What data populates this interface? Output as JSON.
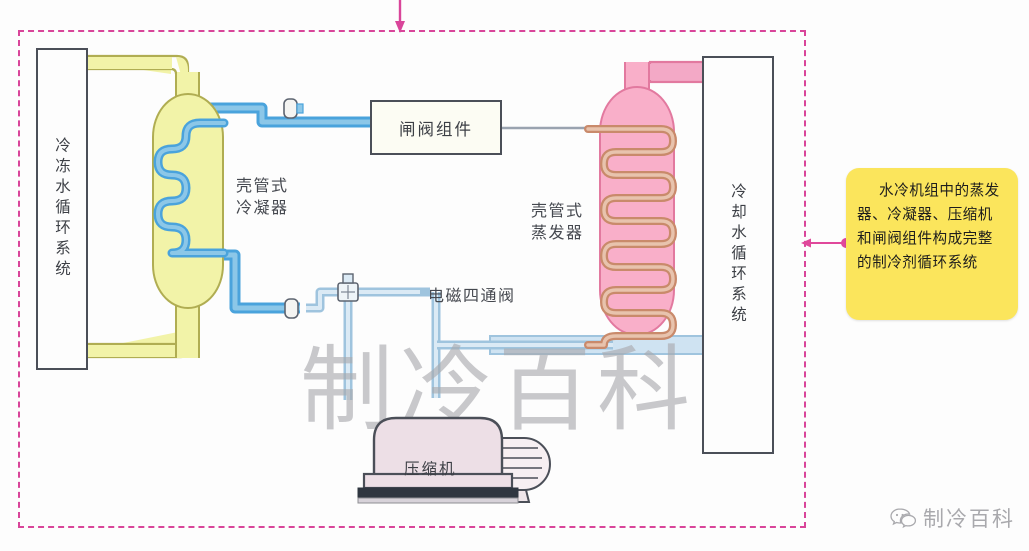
{
  "figure": {
    "title_watermark": "制冷百科",
    "brand_watermark": "制冷百科",
    "brand_icon": "wechat-icon",
    "enclosure_color": "#d9459a",
    "pointer_icon": "arrow-down-icon"
  },
  "boxes": {
    "chilled_water": "冷冻水循环系统",
    "cooling_water": "冷却水循环系统",
    "gate_valve_assembly": "闸阀组件"
  },
  "components": {
    "condenser": "壳管式\n冷凝器",
    "evaporator": "壳管式\n蒸发器",
    "four_way_valve": "电磁四通阀",
    "compressor": "压缩机"
  },
  "callout": {
    "text": "水冷机组中的蒸发器、冷凝器、压缩机和闸阀组件构成完整的制冷剂循环系统",
    "background": "#fbe55c",
    "leader_color": "#e0489b",
    "leader_icon": "arrow-left-icon"
  },
  "colors": {
    "condenser_shell": "#f2f3a8",
    "condenser_shell_stroke": "#b0ad52",
    "evaporator_shell": "#f9afc9",
    "evaporator_shell_stroke": "#e2799f",
    "refrigerant_pipe_blue": "#4aa3dc",
    "coil_copper": "#c98a6b",
    "suction_pipe_light": "#cfe3f2",
    "water_pipe_pink": "#f3a9c6",
    "water_pipe_yellow": "#f2f3a8",
    "outline": "#4b4f58"
  }
}
